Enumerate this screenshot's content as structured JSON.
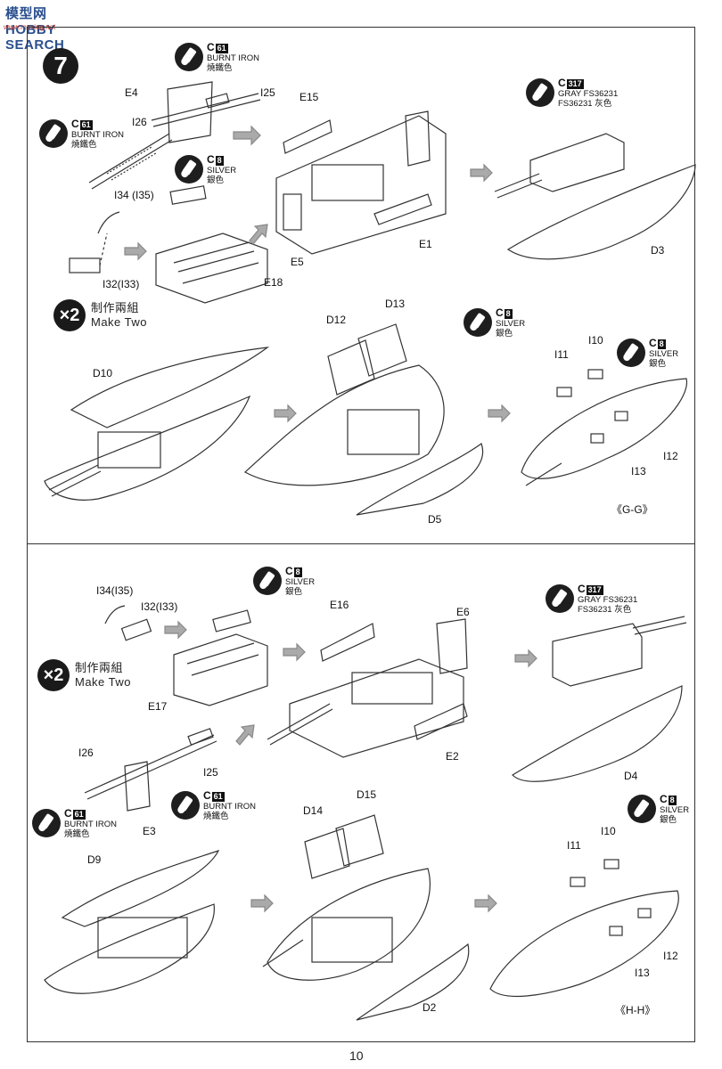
{
  "watermark": {
    "brand": "模型网 HOBBY SEARCH",
    "url": "www.moxing.net"
  },
  "step_number": "7",
  "page_number": "10",
  "colors": {
    "ink": "#1a1a1a",
    "line": "#333333",
    "paper": "#ffffff"
  },
  "paints": {
    "burnt_iron": {
      "code": "C",
      "num": "61",
      "en": "BURNT IRON",
      "zh": "燒鐵色"
    },
    "silver": {
      "code": "C",
      "num": "8",
      "en": "SILVER",
      "zh": "銀色"
    },
    "gray": {
      "code": "C",
      "num": "317",
      "en": "GRAY FS36231",
      "zh": "FS36231 灰色"
    }
  },
  "make_two": {
    "count": "2",
    "zh": "制作兩組",
    "en": "Make Two"
  },
  "top": {
    "labels": {
      "e4": "E4",
      "i25": "I25",
      "i26": "I26",
      "i34": "I34 (I35)",
      "i32": "I32(I33)",
      "e18": "E18",
      "e15": "E15",
      "e5": "E5",
      "e1": "E1",
      "d3": "D3",
      "d10": "D10",
      "d12": "D12",
      "d13": "D13",
      "d5": "D5",
      "i11": "I11",
      "i10": "I10",
      "i12": "I12",
      "i13": "I13",
      "section": "《G-G》"
    }
  },
  "bottom": {
    "labels": {
      "i34": "I34(I35)",
      "i32": "I32(I33)",
      "e17": "E17",
      "e16": "E16",
      "e6": "E6",
      "e2": "E2",
      "d4": "D4",
      "i26": "I26",
      "i25": "I25",
      "e3": "E3",
      "d9": "D9",
      "d14": "D14",
      "d15": "D15",
      "d2": "D2",
      "i11": "I11",
      "i10": "I10",
      "i12": "I12",
      "i13": "I13",
      "section": "《H-H》"
    }
  }
}
